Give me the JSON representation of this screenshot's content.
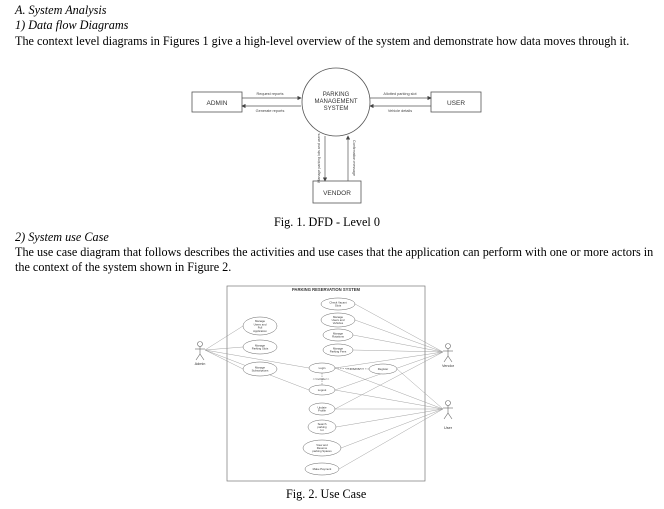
{
  "section": {
    "heading": "A.   System Analysis",
    "sub1_heading": "1)   Data flow Diagrams",
    "sub1_text": "The context level diagrams in Figures 1 give a high-level overview of the system and demonstrate how data moves through it.",
    "sub2_heading": "2)   System use Case",
    "sub2_text_line1": "The use case diagram that follows describes the activities and use cases that the application can perform with one or more actors in",
    "sub2_text_line2": "the context of the system shown in Figure 2."
  },
  "fig1": {
    "caption": "Fig. 1. DFD - Level 0",
    "admin": "ADMIN",
    "user": "USER",
    "vendor": "VENDOR",
    "system_line1": "PARKING",
    "system_line2": "MANAGEMENT",
    "system_line3": "SYSTEM",
    "request_reports": "Request reports",
    "generate_reports": "Generate reports",
    "allotted_slot": "Allotted parking slot",
    "vehicle_details": "Vehicle details",
    "manage_lots": "Manage parking lots and users",
    "confirmation": "Confirmation message"
  },
  "fig2": {
    "caption": "Fig. 2. Use Case",
    "title": "PARKING RESERVATION SYSTEM",
    "actor_admin": "Admin",
    "actor_vendor": "Vendor",
    "actor_user": "User",
    "uc_manage_users": [
      "Manage",
      "Users and",
      "Full",
      "Application"
    ],
    "uc_manage_parking_slots": [
      "Manage",
      "Parking Slots"
    ],
    "uc_manage_subscriptions": [
      "Manage",
      "Subscriptions"
    ],
    "uc_check_vacant": [
      "Check Vacant",
      "Slots"
    ],
    "uc_manage_users_vehicles": [
      "Manage",
      "Users and",
      "Vehicles"
    ],
    "uc_manage_rotations": [
      "Manage",
      "Rotations"
    ],
    "uc_manage_fees": [
      "Manage",
      "Parking Fees"
    ],
    "uc_login": [
      "Login"
    ],
    "uc_register": [
      "Register"
    ],
    "uc_logout": [
      "Logout"
    ],
    "uc_update_profile": [
      "Update",
      "Profile"
    ],
    "uc_search_slot": [
      "Search",
      "parking",
      "lot"
    ],
    "uc_view_book": [
      "View and",
      "Reserve",
      "parking Spaces"
    ],
    "uc_make_payment": [
      "Make Payment"
    ],
    "extend_label": "<<extends>>",
    "include_label": "<<include>>"
  }
}
